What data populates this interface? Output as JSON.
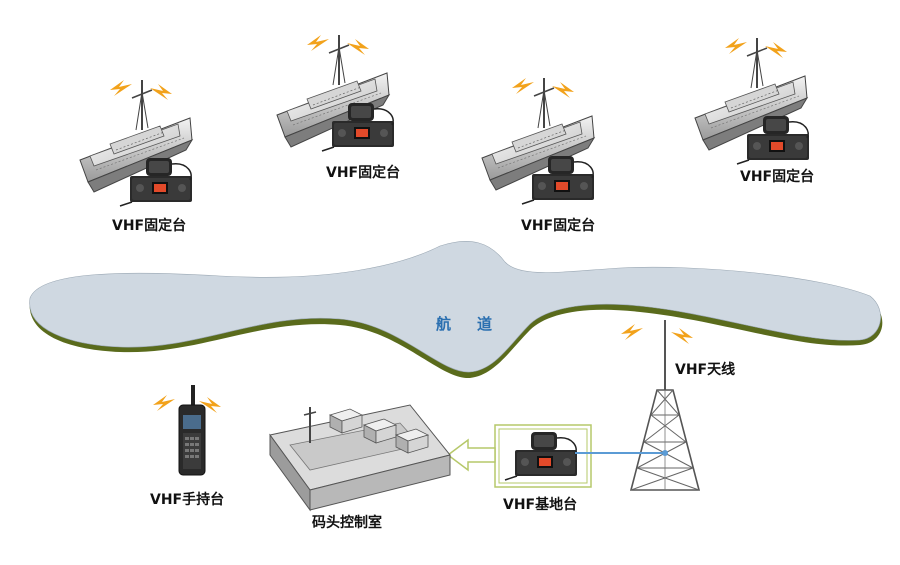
{
  "diagram": {
    "ships": [
      {
        "label": "VHF固定台"
      },
      {
        "label": "VHF固定台"
      },
      {
        "label": "VHF固定台"
      },
      {
        "label": "VHF固定台"
      }
    ],
    "channel_label": "航道",
    "antenna_label": "VHF天线",
    "handheld_label": "VHF手持台",
    "control_room_label": "码头控制室",
    "base_station_label": "VHF基地台"
  },
  "colors": {
    "water": "#cfd8e1",
    "shore": "#5a6b1c",
    "signal": "#f2a21b",
    "link": "#5b9bd5",
    "text": "#111111"
  }
}
